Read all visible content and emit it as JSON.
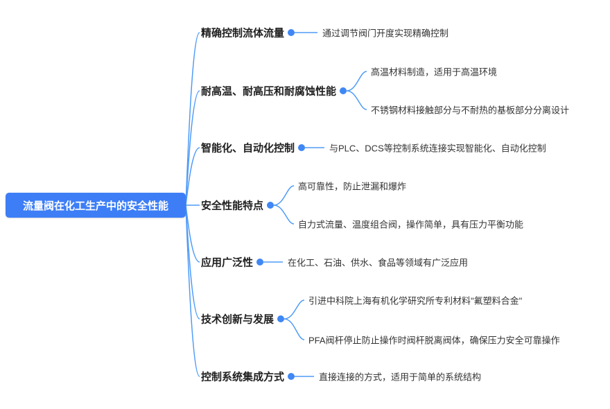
{
  "root": {
    "label": "流量阀在化工生产中的安全性能"
  },
  "colors": {
    "line": "#4e9bf7",
    "root_bg": "#3d7ef6",
    "root_text": "#ffffff"
  },
  "branches": [
    {
      "label": "精确控制流体流量",
      "children": [
        "通过调节阀门开度实现精确控制"
      ]
    },
    {
      "label": "耐高温、耐高压和耐腐蚀性能",
      "children": [
        "高温材料制造，适用于高温环境",
        "不锈钢材料接触部分与不耐热的基板部分分离设计"
      ]
    },
    {
      "label": "智能化、自动化控制",
      "children": [
        "与PLC、DCS等控制系统连接实现智能化、自动化控制"
      ]
    },
    {
      "label": "安全性能特点",
      "children": [
        "高可靠性，防止泄漏和爆炸",
        "自力式流量、温度组合阀，操作简单，具有压力平衡功能"
      ]
    },
    {
      "label": "应用广泛性",
      "children": [
        "在化工、石油、供水、食品等领域有广泛应用"
      ]
    },
    {
      "label": "技术创新与发展",
      "children": [
        "引进中科院上海有机化学研究所专利材料\"氟塑料合金\"",
        "PFA阀杆停止防止操作时阀杆脱离阀体，确保压力安全可靠操作"
      ]
    },
    {
      "label": "控制系统集成方式",
      "children": [
        "直接连接的方式，适用于简单的系统结构"
      ]
    }
  ]
}
